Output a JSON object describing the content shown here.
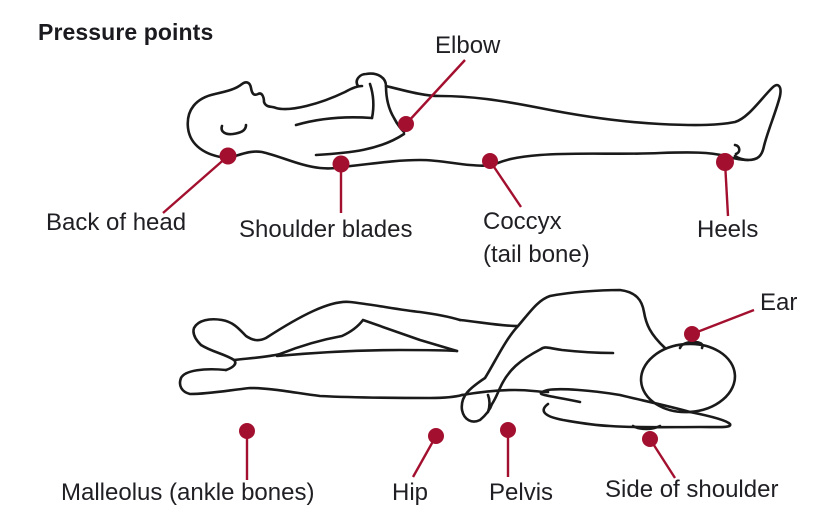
{
  "title": "Pressure points",
  "colors": {
    "accent": "#a3102f",
    "outline": "#1a1a1a",
    "text": "#1f1f24",
    "background": "#ffffff"
  },
  "figures": [
    {
      "name": "supine-figure",
      "position": "lying on back",
      "labels": {
        "elbow": "Elbow",
        "back_of_head": "Back of head",
        "shoulder_blades": "Shoulder blades",
        "coccyx_line1": "Coccyx",
        "coccyx_line2": "(tail bone)",
        "heels": "Heels"
      }
    },
    {
      "name": "side-lying-figure",
      "position": "lying on side",
      "labels": {
        "ear": "Ear",
        "malleolus": "Malleolus (ankle bones)",
        "hip": "Hip",
        "pelvis": "Pelvis",
        "side_of_shoulder": "Side of shoulder"
      }
    }
  ]
}
